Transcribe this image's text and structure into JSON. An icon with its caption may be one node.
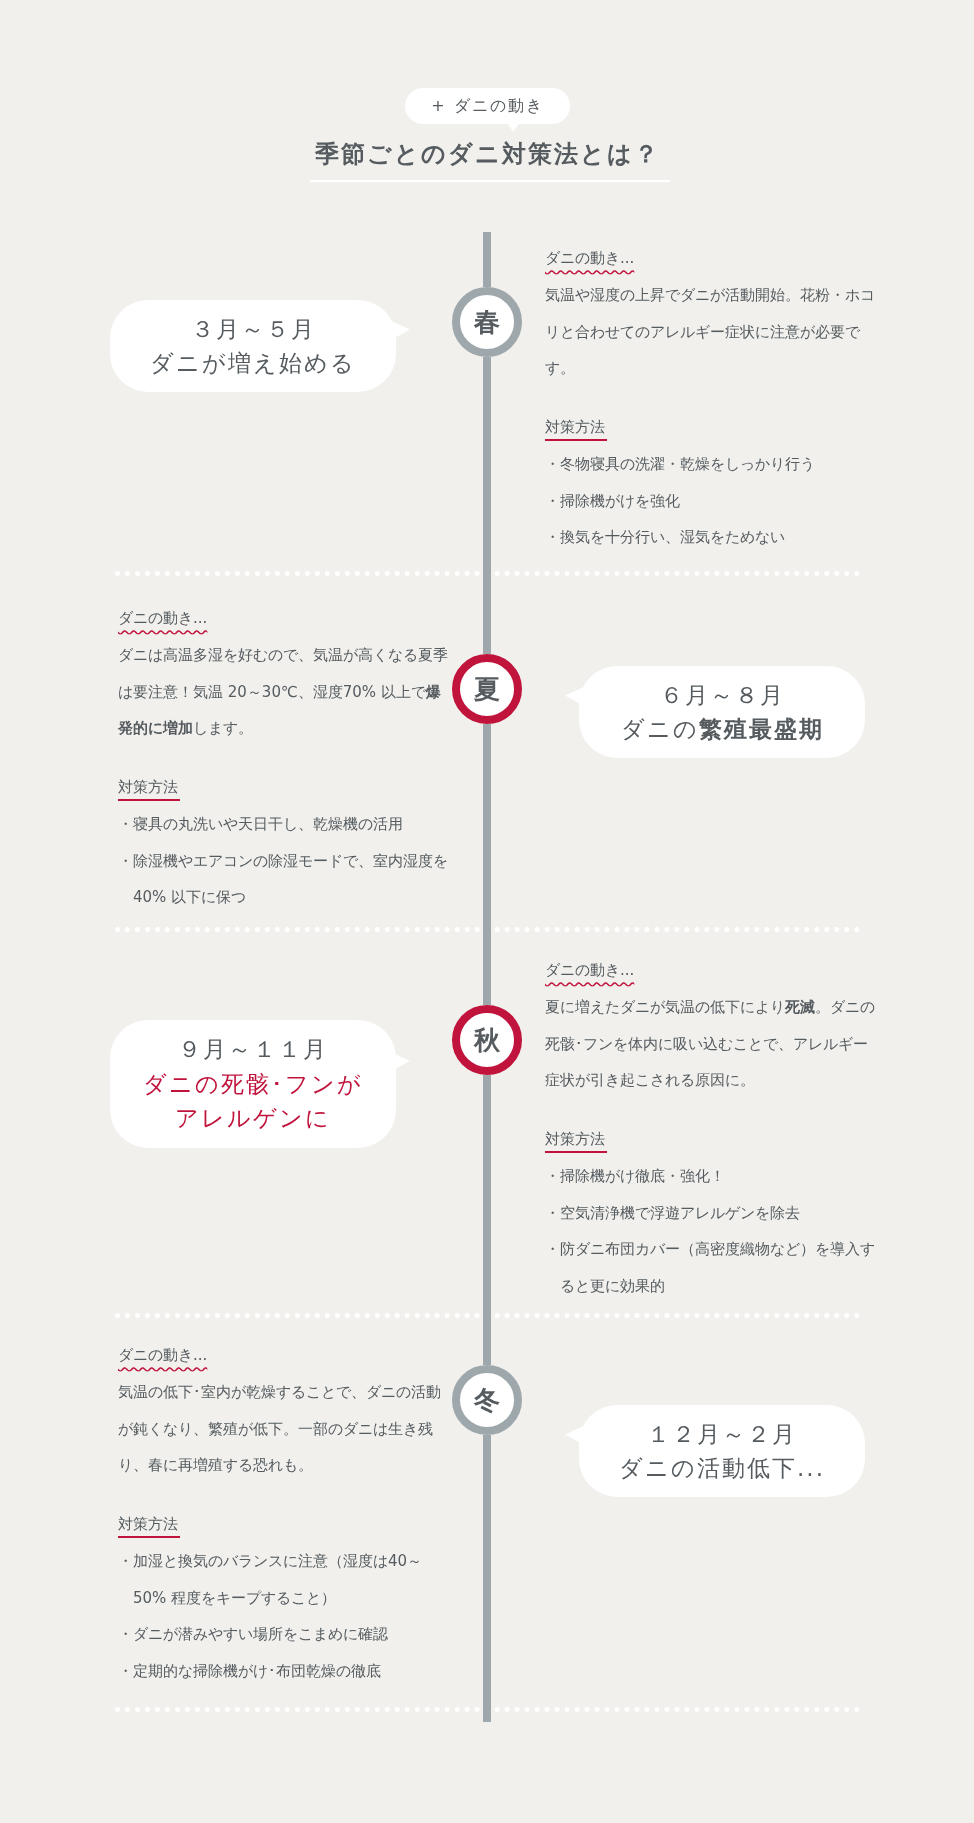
{
  "diagram": {
    "title": "季節ごとのダニ対策法とは？",
    "nodes": [
      {
        "text": [
          "+ ダニの動き"
        ]
      },
      {
        "text": [
          "春"
        ]
      },
      {
        "text": [
          "３月～５月",
          "ダニが増え始める"
        ]
      },
      {
        "text": [
          "夏"
        ]
      },
      {
        "text": [
          "６月～８月",
          "ダニの**繁殖最盛期**"
        ]
      },
      {
        "text": [
          "秋"
        ]
      },
      {
        "text": [
          "９月～１１月",
          "ダニの死骸･フンがアレルゲンに"
        ]
      },
      {
        "text": [
          "冬"
        ]
      },
      {
        "text": [
          "１２月～２月",
          "ダニの活動低下..."
        ]
      }
    ],
    "edges": [
      {
        "from": 1,
        "to": 3,
        "arrow": "none"
      },
      {
        "from": 3,
        "to": 5,
        "arrow": "none"
      },
      {
        "from": 5,
        "to": 7,
        "arrow": "none"
      }
    ],
    "labels": [
      "ダニの動き...",
      "気温や湿度の上昇でダニが活動開始。花粉・ホコリと合わせてのアレルギー症状に注意が必要です。",
      "対策方法",
      "・冬物寝具の洗濯・乾燥をしっかり行う",
      "・掃除機がけを強化",
      "・換気を十分行い、湿気をためない",
      "ダニの動き...",
      "ダニは高温多湿を好むので、気温が高くなる夏季は要注意！気温 20～30℃、湿度70% 以上で**爆発的に増加**します。",
      "対策方法",
      "・寝具の丸洗いや天日干し、乾燥機の活用",
      "・除湿機やエアコンの除湿モードで、室内湿度を 40% 以下に保つ",
      "ダニの動き...",
      "夏に増えたダニが気温の低下により**死滅**。ダニの死骸･フンを体内に吸い込むことで、アレルギー症状が引き起こされる原因に。",
      "対策方法",
      "・掃除機がけ徹底・強化！",
      "・空気清浄機で浮遊アレルゲンを除去",
      "・防ダニ布団カバー（高密度織物など）を導入すると更に効果的",
      "ダニの動き...",
      "気温の低下･室内が乾燥することで、ダニの活動が鈍くなり、繁殖が低下。一部のダニは生き残り、春に再増殖する恐れも。",
      "対策方法",
      "・加湿と換気のバランスに注意（湿度は40～50% 程度をキープすること）",
      "・ダニが潜みやすい場所をこまめに確認",
      "・定期的な掃除機がけ･布団乾燥の徹底"
    ]
  }
}
